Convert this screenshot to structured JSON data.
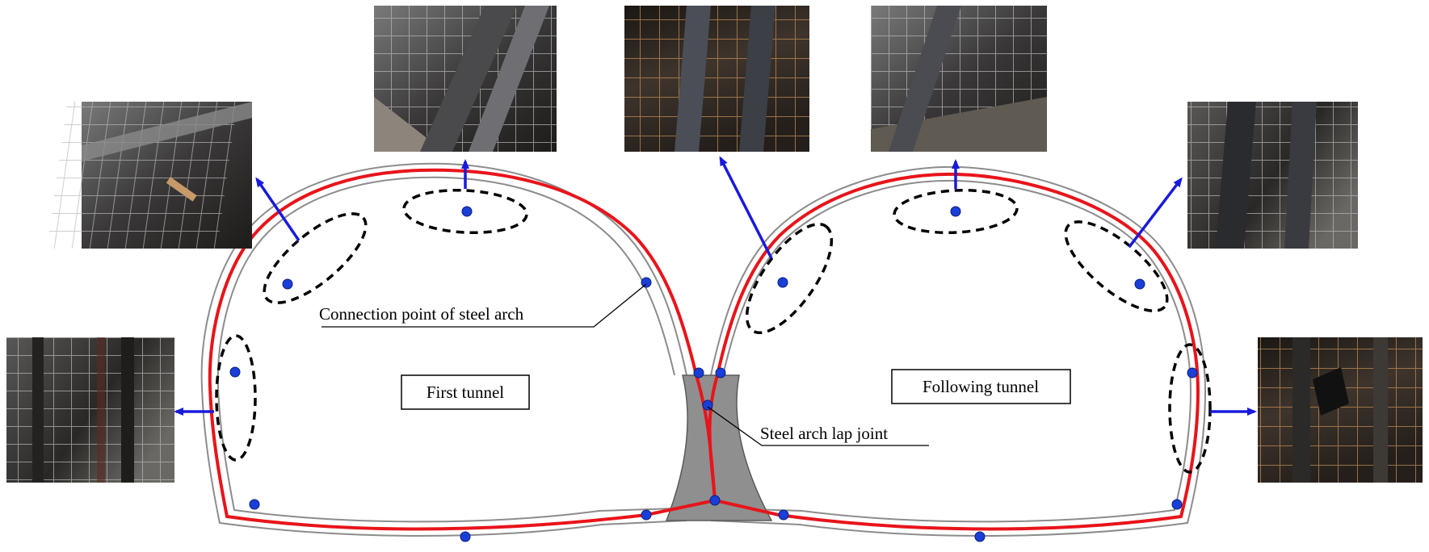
{
  "labels": {
    "connection_point": "Connection point of steel arch",
    "lap_joint": "Steel arch lap joint",
    "first_tunnel": "First tunnel",
    "following_tunnel": "Following tunnel"
  },
  "colors": {
    "steel_arch": "#e8141a",
    "connection_dot": "#1a3fd8",
    "arrow": "#1a1adc",
    "lining": "#8c8c8c",
    "pillar": "#8f8f8f",
    "highlight_ellipse": "#000000"
  },
  "photos": [
    {
      "id": "photo-left-lower",
      "subject": "steel arch with mesh"
    },
    {
      "id": "photo-left-upper",
      "subject": "steel arch with mesh"
    },
    {
      "id": "photo-left-crown",
      "subject": "steel arch with mesh"
    },
    {
      "id": "photo-right-shoulder-inner",
      "subject": "steel arch with mesh"
    },
    {
      "id": "photo-right-crown",
      "subject": "steel arch with mesh"
    },
    {
      "id": "photo-right-upper",
      "subject": "steel arch with mesh"
    },
    {
      "id": "photo-right-lower",
      "subject": "steel arch with mesh"
    }
  ]
}
